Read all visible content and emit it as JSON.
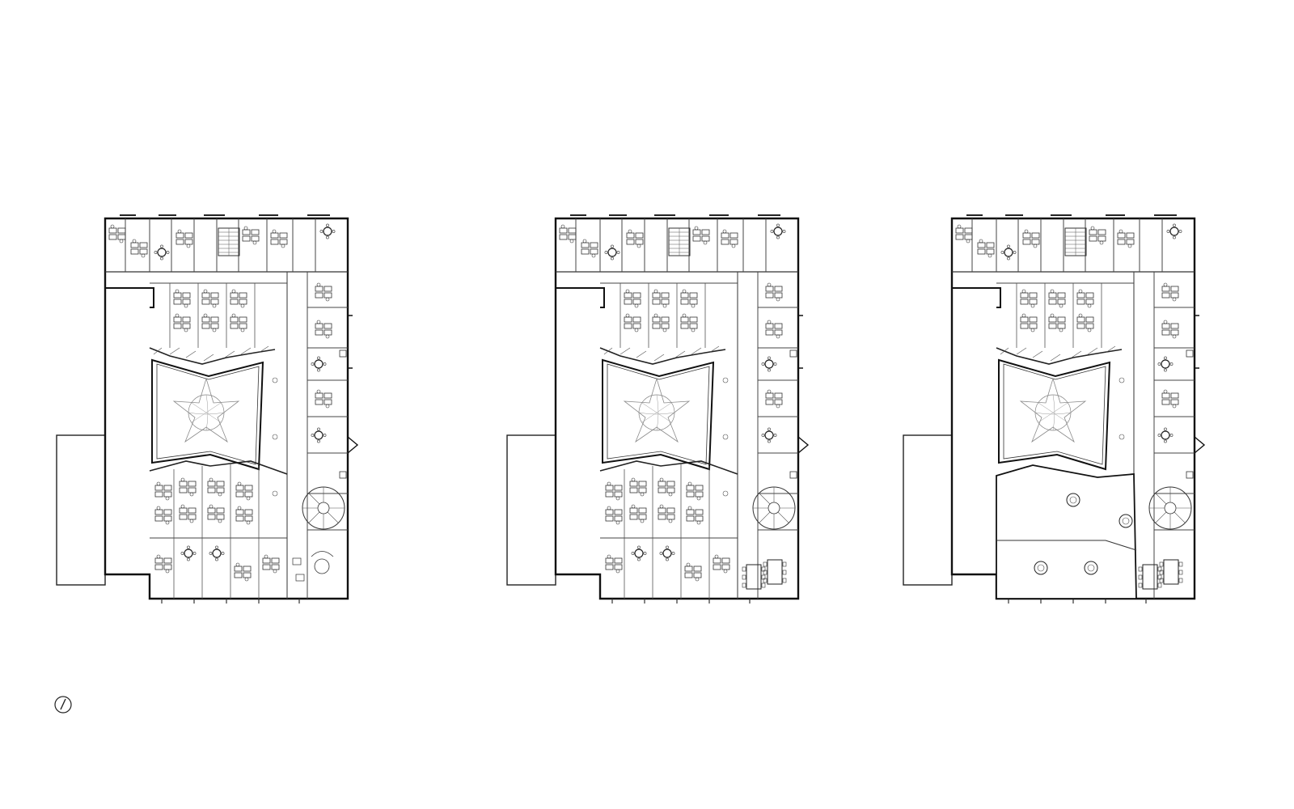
{
  "sheet": {
    "plans": [
      {
        "id": "plan-1",
        "lower_wing": "offices",
        "side_annex": true
      },
      {
        "id": "plan-2",
        "lower_wing": "offices",
        "side_annex": true
      },
      {
        "id": "plan-3",
        "lower_wing": "open-void",
        "side_annex": true
      }
    ],
    "north_arrow": "north-arrow-icon",
    "colors": {
      "ink": "#222222",
      "hatch": "#9a9a9a",
      "paper": "#ffffff"
    }
  }
}
